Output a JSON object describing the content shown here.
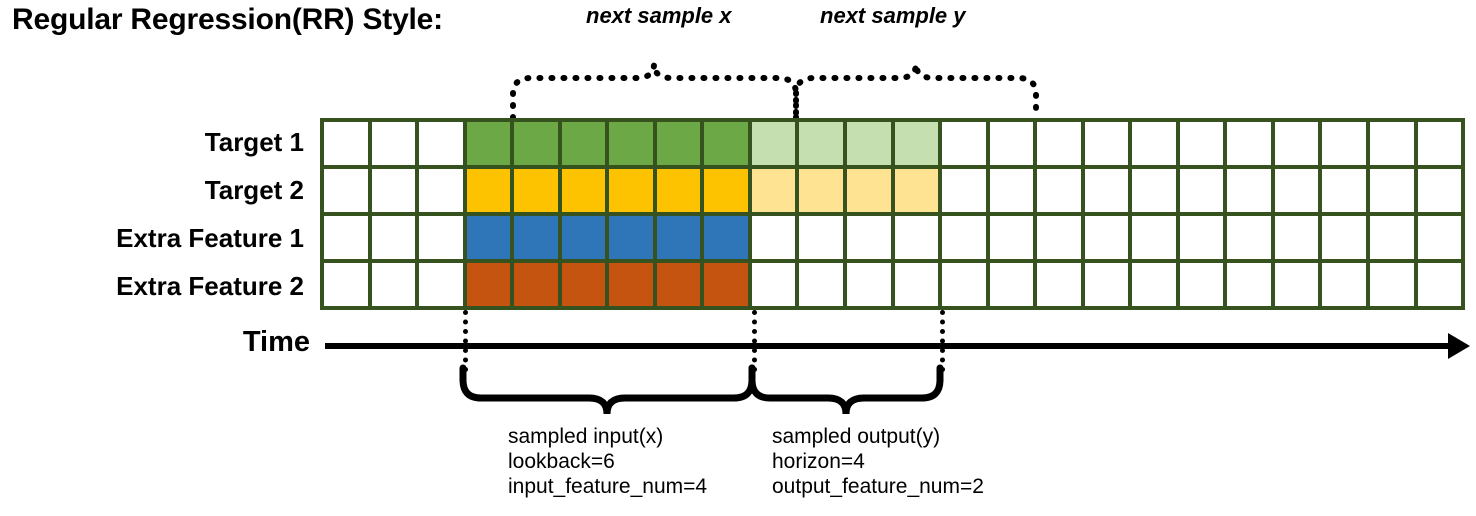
{
  "title": "Regular Regression(RR) Style:",
  "rows": [
    {
      "label": "Target 1",
      "color_key": "green"
    },
    {
      "label": "Target 2",
      "color_key": "gold"
    },
    {
      "label": "Extra Feature 1",
      "color_key": "blue"
    },
    {
      "label": "Extra Feature 2",
      "color_key": "orange"
    }
  ],
  "colors": {
    "grid_border": "#35521F",
    "green": "#6DA847",
    "gold": "#FDC300",
    "blue": "#2E76B8",
    "orange": "#C4540F",
    "green_light": "#C6DFB0",
    "gold_light": "#FDE392",
    "empty": "#FFFFFF",
    "axis": "#000000"
  },
  "grid": {
    "total_columns": 24,
    "lead_empty_columns": 3,
    "input_columns": 6,
    "output_columns": 4,
    "trail_empty_columns": 11,
    "fill": [
      [
        "empty",
        "empty",
        "empty",
        "green",
        "green",
        "green",
        "green",
        "green",
        "green",
        "green_light",
        "green_light",
        "green_light",
        "green_light",
        "empty",
        "empty",
        "empty",
        "empty",
        "empty",
        "empty",
        "empty",
        "empty",
        "empty",
        "empty",
        "empty"
      ],
      [
        "empty",
        "empty",
        "empty",
        "gold",
        "gold",
        "gold",
        "gold",
        "gold",
        "gold",
        "gold_light",
        "gold_light",
        "gold_light",
        "gold_light",
        "empty",
        "empty",
        "empty",
        "empty",
        "empty",
        "empty",
        "empty",
        "empty",
        "empty",
        "empty",
        "empty"
      ],
      [
        "empty",
        "empty",
        "empty",
        "blue",
        "blue",
        "blue",
        "blue",
        "blue",
        "blue",
        "empty",
        "empty",
        "empty",
        "empty",
        "empty",
        "empty",
        "empty",
        "empty",
        "empty",
        "empty",
        "empty",
        "empty",
        "empty",
        "empty",
        "empty"
      ],
      [
        "empty",
        "empty",
        "empty",
        "orange",
        "orange",
        "orange",
        "orange",
        "orange",
        "orange",
        "empty",
        "empty",
        "empty",
        "empty",
        "empty",
        "empty",
        "empty",
        "empty",
        "empty",
        "empty",
        "empty",
        "empty",
        "empty",
        "empty",
        "empty"
      ]
    ]
  },
  "time_axis": {
    "label": "Time"
  },
  "top_braces": [
    {
      "label": "next sample x"
    },
    {
      "label": "next sample y"
    }
  ],
  "bottom_braces": [
    {
      "title": "sampled input(x)",
      "line2": "lookback=6",
      "line3": "input_feature_num=4"
    },
    {
      "title": "sampled output(y)",
      "line2": "horizon=4",
      "line3": "output_feature_num=2"
    }
  ]
}
